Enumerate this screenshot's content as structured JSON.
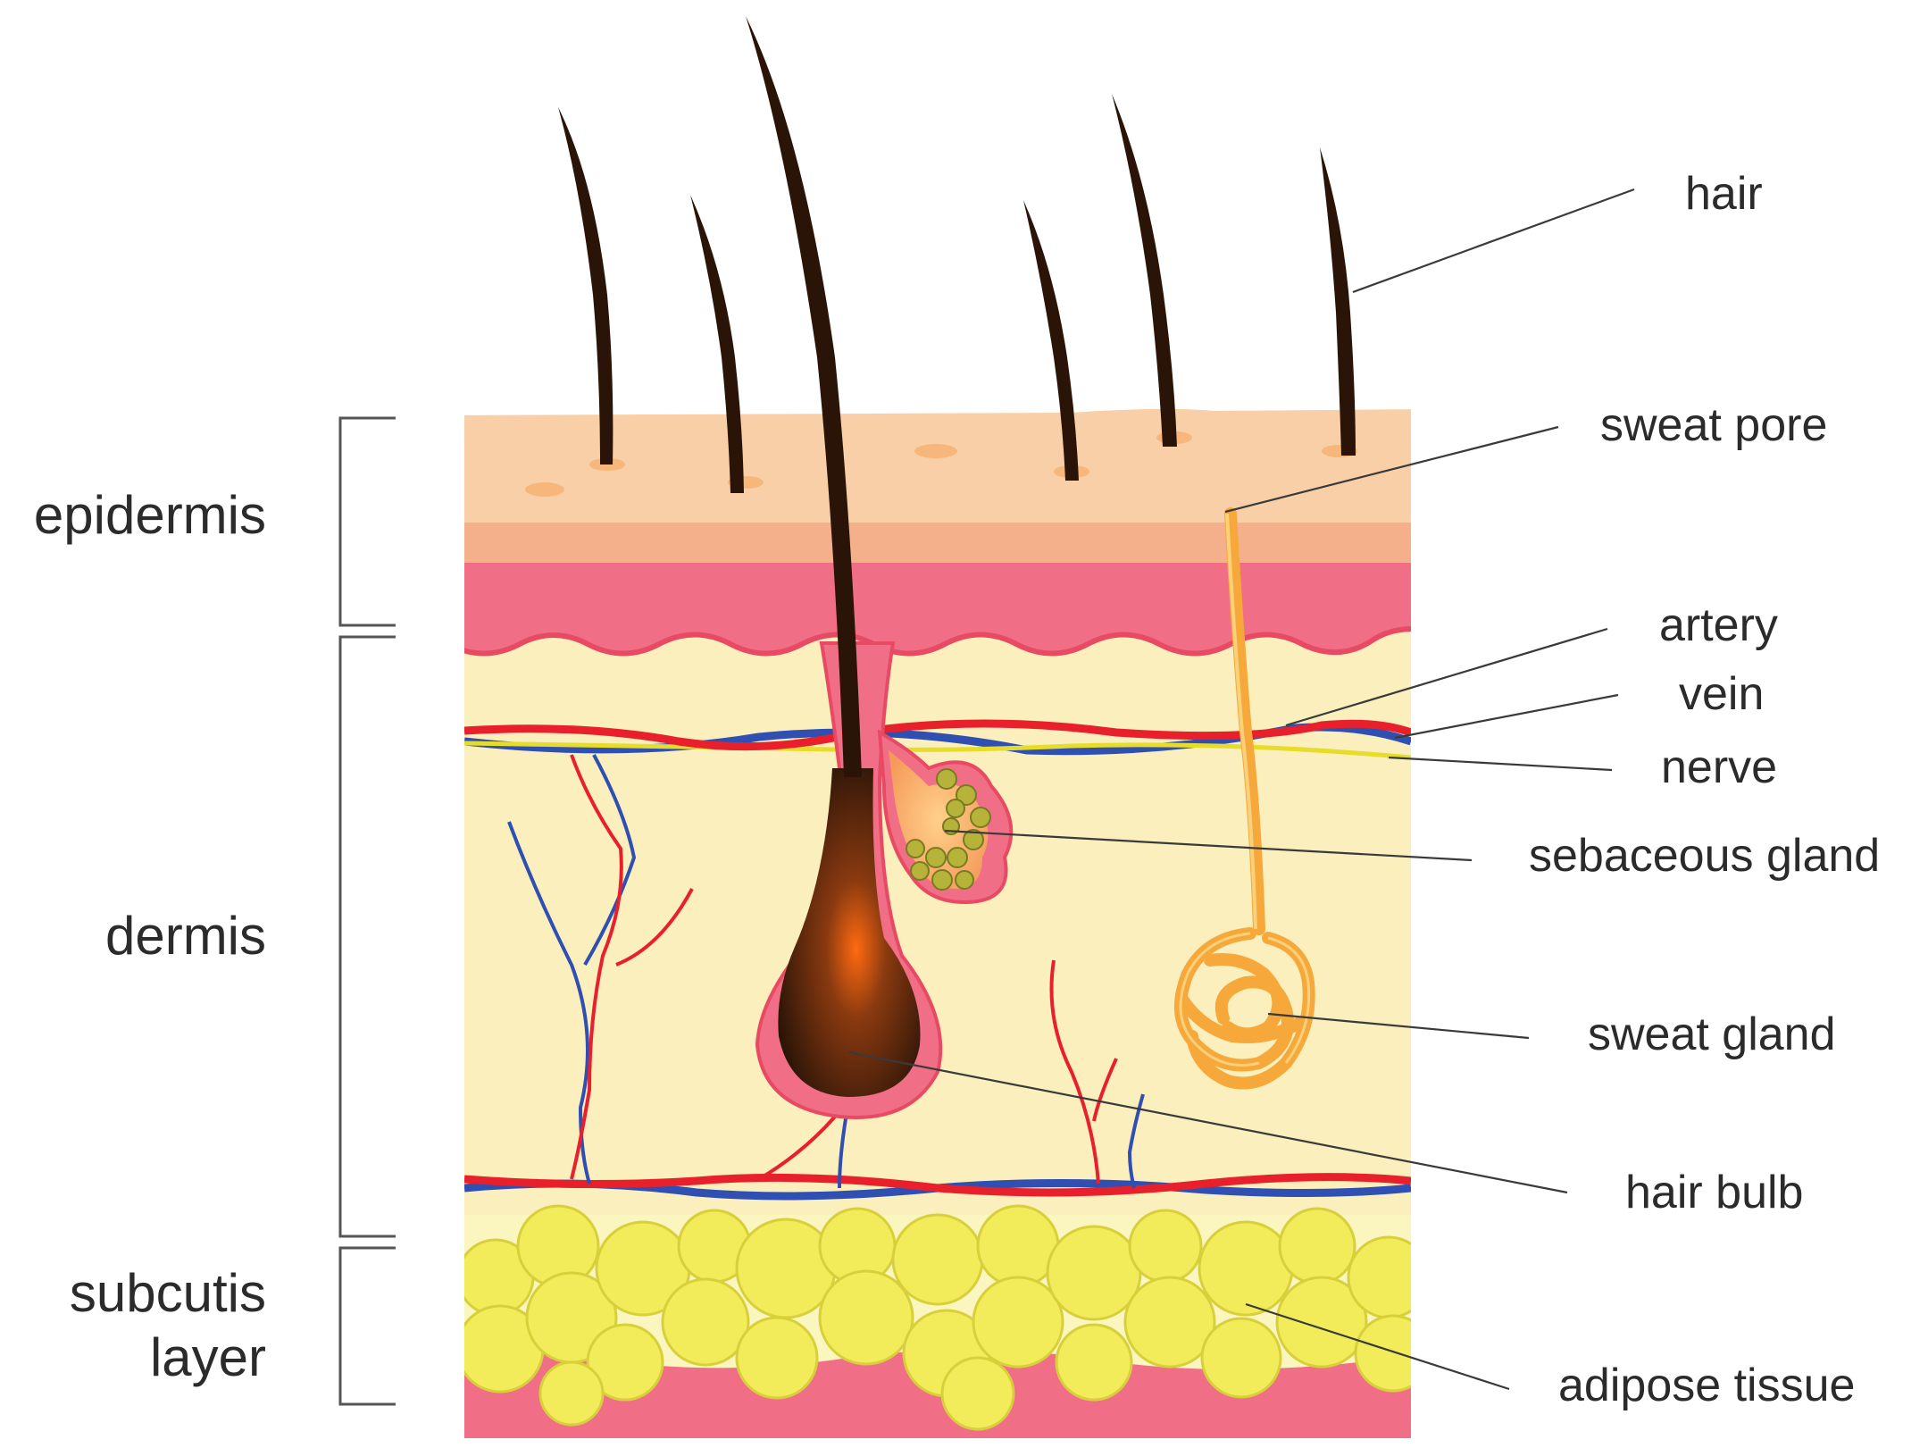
{
  "layers": {
    "epidermis": "epidermis",
    "dermis": "dermis",
    "subcutis_line1": "subcutis",
    "subcutis_line2": "layer"
  },
  "labels": {
    "hair": "hair",
    "sweat_pore": "sweat pore",
    "artery": "artery",
    "vein": "vein",
    "nerve": "nerve",
    "sebaceous_gland": "sebaceous gland",
    "sweat_gland": "sweat gland",
    "hair_bulb": "hair bulb",
    "adipose_tissue": "adipose tissue"
  },
  "colors": {
    "epidermis_top": "#f8cfa6",
    "epidermis_mid": "#f4b08a",
    "epidermis_pink": "#f06f86",
    "dermis": "#faefbd",
    "subcutis": "#fbf6c0",
    "fat_cell": "#f2ec5a",
    "hair": "#2a1408",
    "artery": "#e8202c",
    "vein": "#2f4fb2",
    "nerve": "#e6dc2a",
    "sweat_gland": "#f6a93a",
    "sebaceous_cell": "#b6b33a"
  }
}
